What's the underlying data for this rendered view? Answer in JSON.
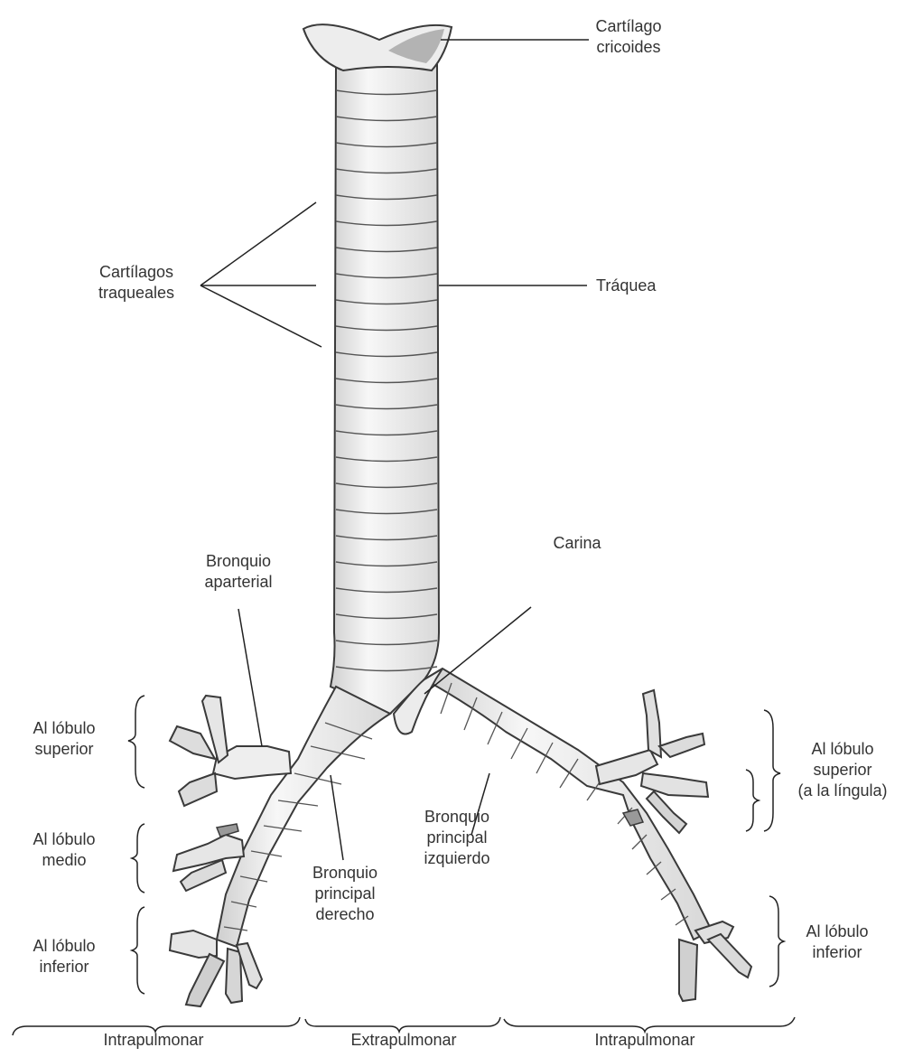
{
  "labels": {
    "cricoid": [
      "Cartílago",
      "cricoides"
    ],
    "tracheal_cartilages": [
      "Cartílagos",
      "traqueales"
    ],
    "trachea": "Tráquea",
    "carina": "Carina",
    "eparterial": [
      "Bronquio",
      "aparterial"
    ],
    "right_main": [
      "Bronquio",
      "principal",
      "derecho"
    ],
    "left_main": [
      "Bronquio",
      "principal",
      "izquierdo"
    ],
    "r_superior": [
      "Al lóbulo",
      "superior"
    ],
    "r_medio": [
      "Al lóbulo",
      "medio"
    ],
    "r_inferior": [
      "Al lóbulo",
      "inferior"
    ],
    "l_superior": [
      "Al lóbulo",
      "superior",
      "(a la língula)"
    ],
    "l_inferior": [
      "Al lóbulo",
      "inferior"
    ]
  },
  "sections": [
    "Intrapulmonar",
    "Extrapulmonar",
    "Intrapulmonar"
  ],
  "colors": {
    "outline": "#3a3a3a",
    "fill": "#f0f0f0",
    "shade": "#c9c9c9",
    "leader": "#222222",
    "text": "#333333"
  }
}
